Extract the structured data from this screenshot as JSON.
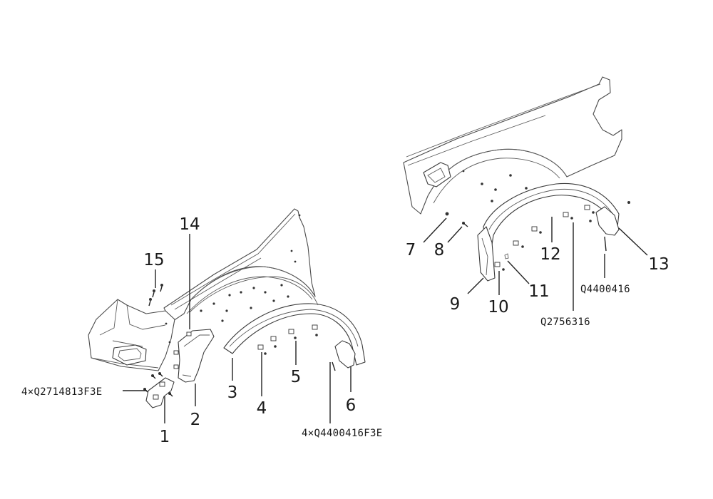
{
  "callouts": {
    "c1": "1",
    "c2": "2",
    "c3": "3",
    "c4": "4",
    "c5": "5",
    "c6": "6",
    "c7": "7",
    "c8": "8",
    "c9": "9",
    "c10": "10",
    "c11": "11",
    "c12": "12",
    "c13": "13",
    "c14": "14",
    "c15": "15"
  },
  "codes": {
    "front_bracket_screws": "4×Q2714813F3E",
    "front_liner_screws": "4×Q4400416F3E",
    "rear_clip": "Q2756316",
    "rear_screw": "Q4400416"
  }
}
